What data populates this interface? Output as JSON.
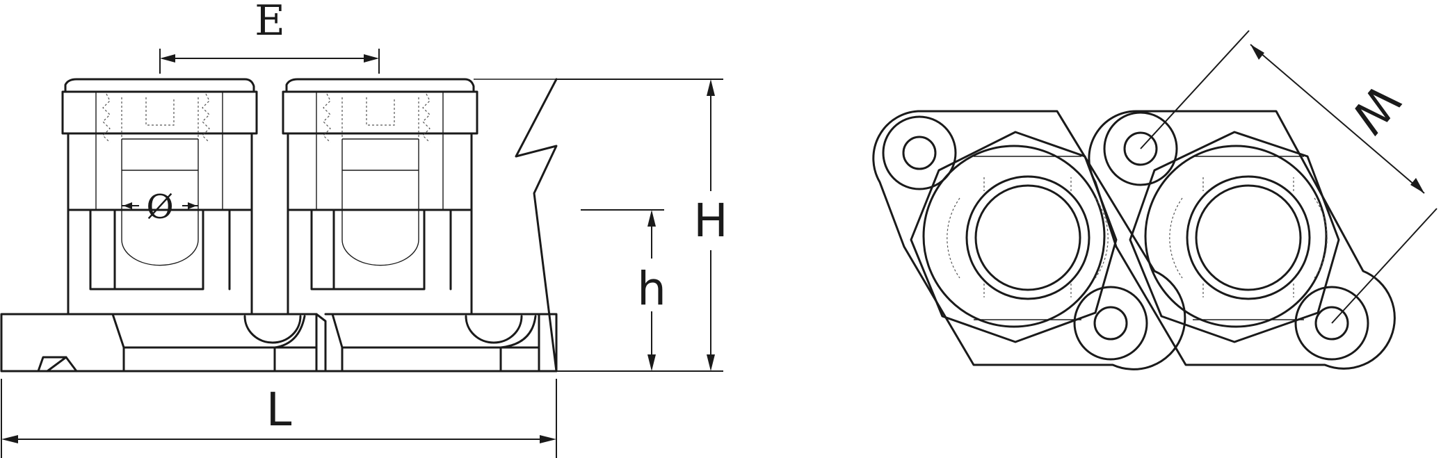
{
  "labels": {
    "E": "E",
    "diameter": "Ø",
    "H": "H",
    "h": "h",
    "L": "L",
    "W": "W"
  }
}
